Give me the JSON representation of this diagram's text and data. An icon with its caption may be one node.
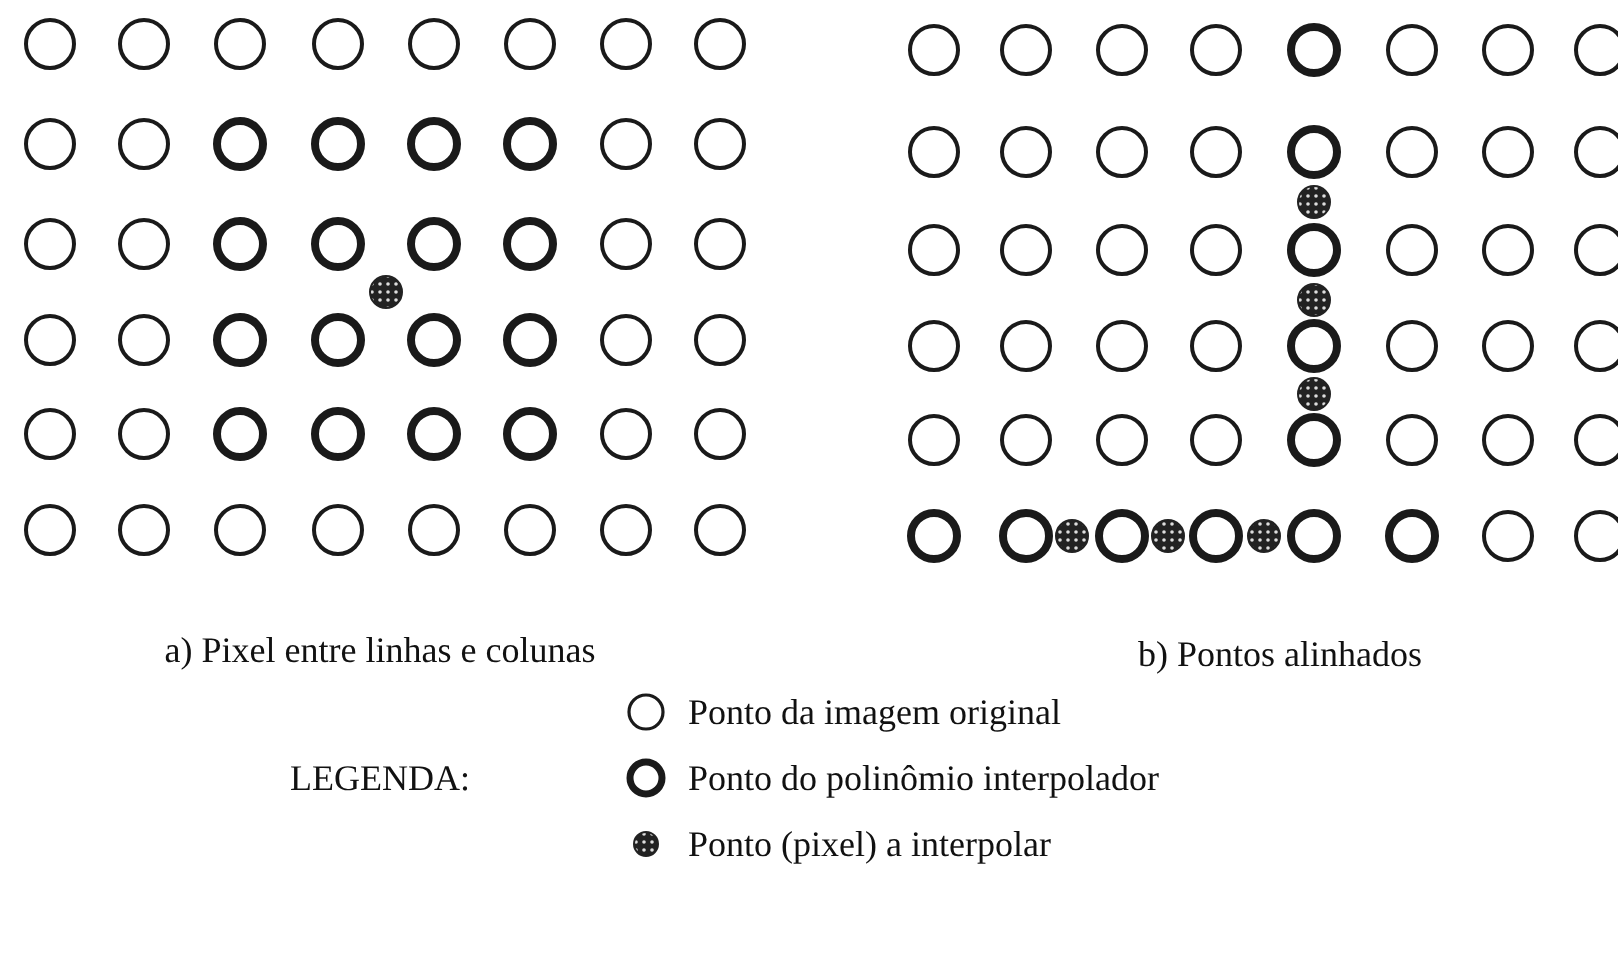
{
  "diagram": {
    "labels": [
      "a) Pixel entre linhas e colunas",
      "b) Pontos alinhados",
      "LEGENDA:"
    ],
    "legend": [
      {
        "text": "Ponto da imagem original"
      },
      {
        "text": "Ponto do polinômio interpolador"
      },
      {
        "text": "Ponto (pixel) a interpolar"
      }
    ]
  }
}
